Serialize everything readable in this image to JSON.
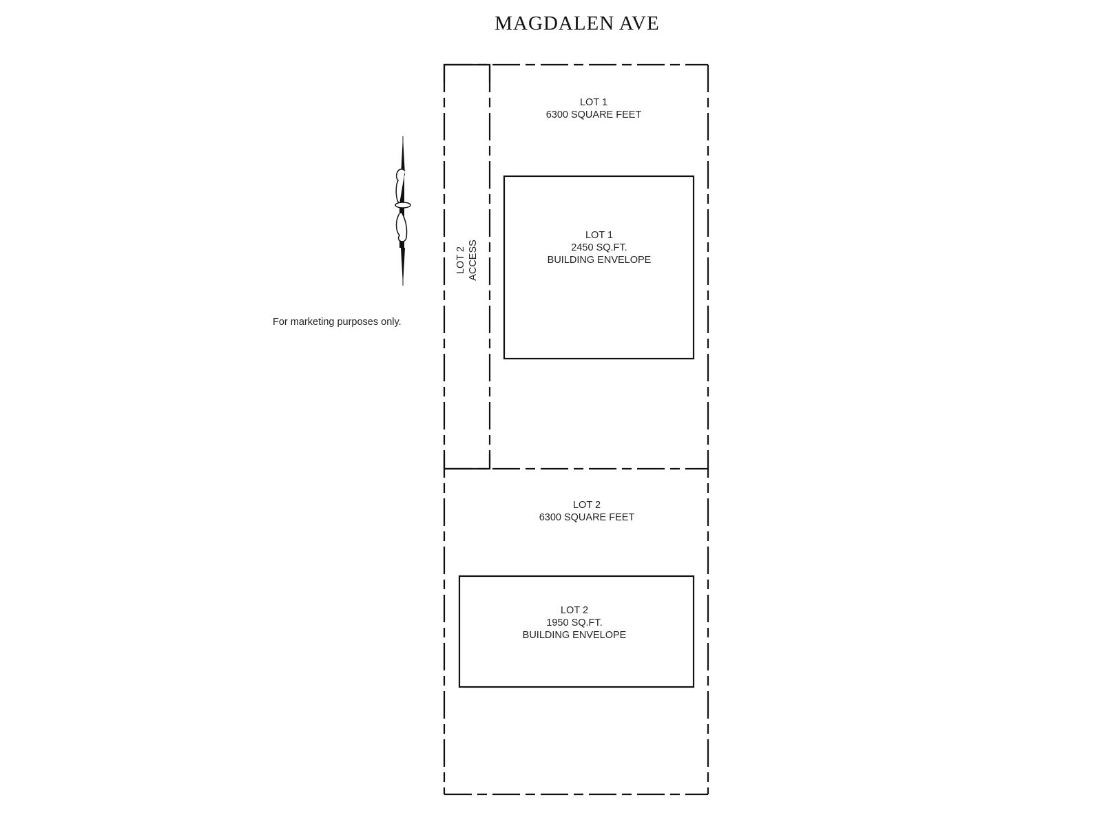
{
  "street": "MAGDALEN AVE",
  "note": "For marketing purposes only.",
  "lot1": {
    "name": "LOT 1",
    "area": "6300 SQUARE FEET"
  },
  "lot1_envelope": {
    "name": "LOT 1",
    "area": "2450 SQ.FT.",
    "label": "BUILDING ENVELOPE"
  },
  "lot2": {
    "name": "LOT 2",
    "area": "6300 SQUARE FEET"
  },
  "lot2_envelope": {
    "name": "LOT 2",
    "area": "1950 SQ.FT.",
    "label": "BUILDING ENVELOPE"
  },
  "access": {
    "name": "LOT 2",
    "label": "ACCESS"
  },
  "north_arrow_icon": "north-arrow-icon"
}
